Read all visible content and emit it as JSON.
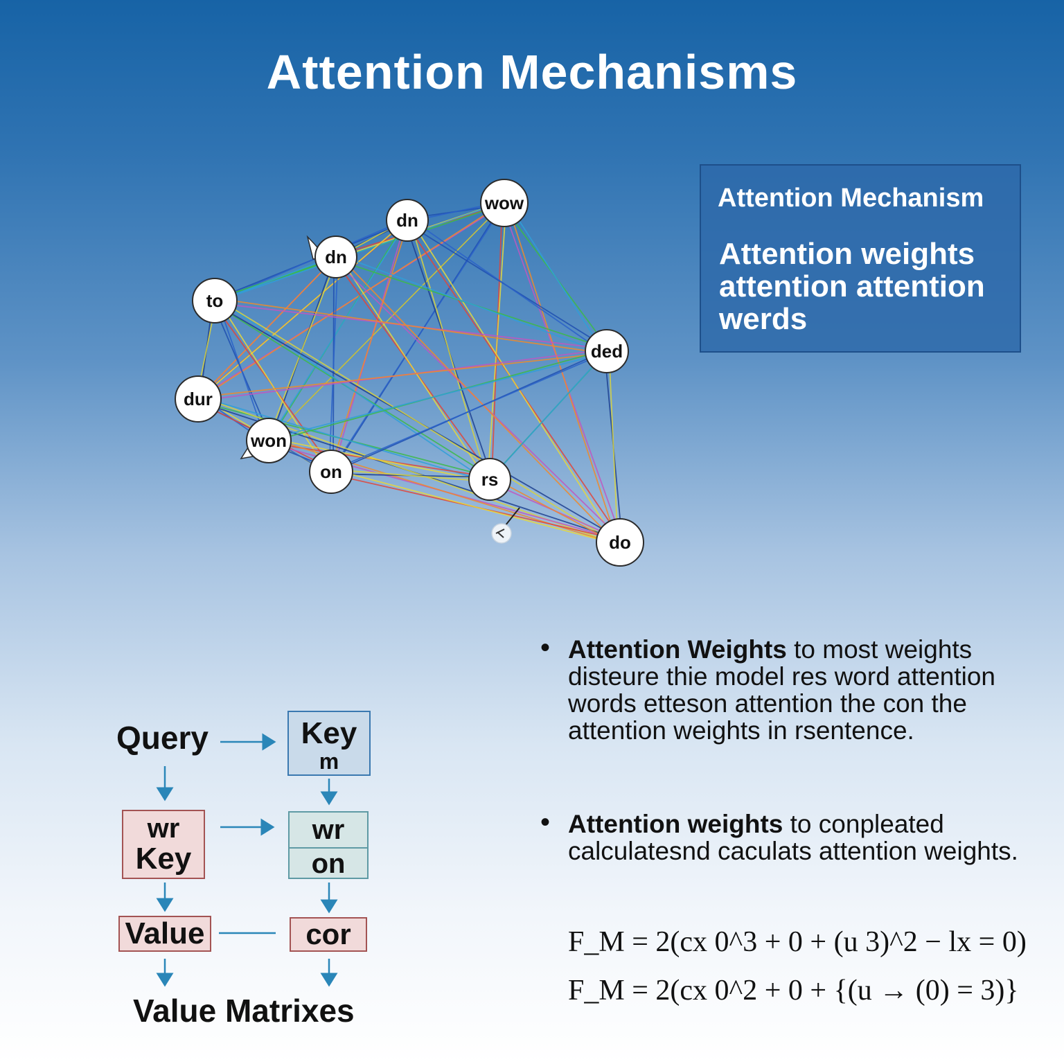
{
  "title": "Attention Mechanisms",
  "network": {
    "nodes": [
      "wow",
      "dn",
      "dn",
      "to",
      "dur",
      "won",
      "on",
      "rs",
      "ded",
      "do"
    ]
  },
  "info_box": {
    "title": "Attention Mechanism",
    "body": "Attention weights attention attention werds"
  },
  "bullets": [
    {
      "bold": "Attention Weights",
      "text": " to most weights disteure thie model res word attention words etteson attention the con the attention weights in rsentence."
    },
    {
      "bold": "Attention weights",
      "text": " to conpleated calculatesnd caculats attention weights."
    }
  ],
  "formulas": [
    "F_M = 2(cx 0^3 + 0 + (u 3)^2 − lx = 0)",
    "F_M = 2(cx 0^2 + 0 + {(u → (0) = 3)}"
  ],
  "flow": {
    "query": "Query",
    "key_box": [
      "Key",
      "m"
    ],
    "wr_key_box": [
      "wr",
      "Key"
    ],
    "wr_on_box": [
      "wr",
      "on"
    ],
    "value_box": "Value",
    "cor_box": "cor",
    "bottom_label": "Value Matrixes"
  }
}
